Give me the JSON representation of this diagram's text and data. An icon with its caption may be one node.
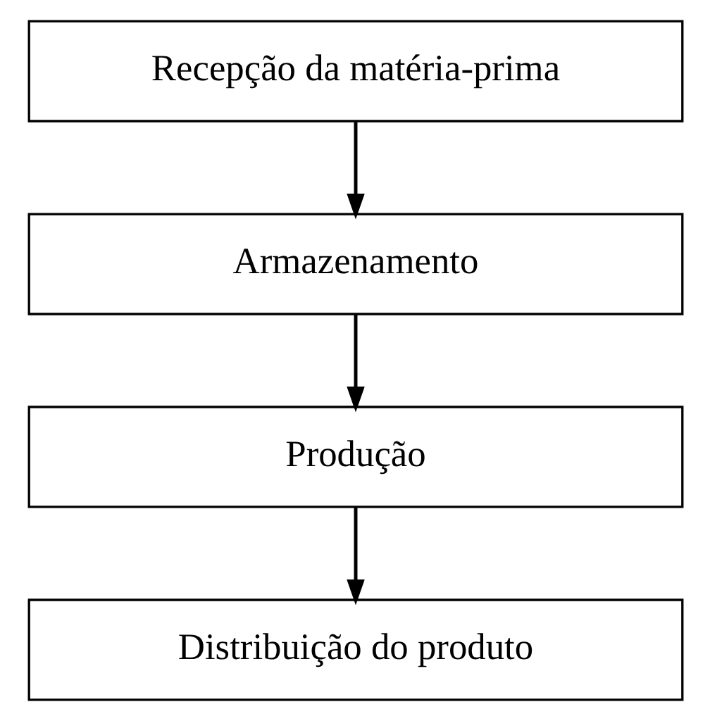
{
  "diagram": {
    "nodes": [
      {
        "text": [
          "Recepção da matéria-prima"
        ]
      },
      {
        "text": [
          "Armazenamento"
        ]
      },
      {
        "text": [
          "Produção"
        ]
      },
      {
        "text": [
          "Distribuição do produto"
        ]
      }
    ],
    "edges": [
      {
        "from": 0,
        "to": 1,
        "arrow": "to"
      },
      {
        "from": 1,
        "to": 2,
        "arrow": "to"
      },
      {
        "from": 2,
        "to": 3,
        "arrow": "to"
      }
    ]
  }
}
